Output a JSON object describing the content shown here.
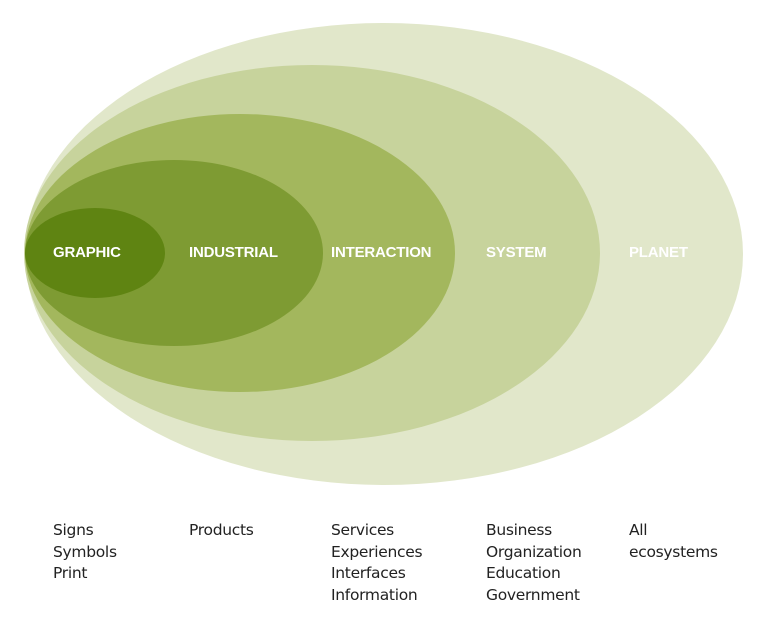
{
  "colors": {
    "planet": "#e1e7ca",
    "system": "#c7d39c",
    "interaction": "#a3b75d",
    "industrial": "#7e9b33",
    "graphic": "#5f8412"
  },
  "levels": [
    {
      "name": "GRAPHIC",
      "items": [
        "Signs",
        "Symbols",
        "Print"
      ]
    },
    {
      "name": "INDUSTRIAL",
      "items": [
        "Products"
      ]
    },
    {
      "name": "INTERACTION",
      "items": [
        "Services",
        "Experiences",
        "Interfaces",
        "Information"
      ]
    },
    {
      "name": "SYSTEM",
      "items": [
        "Business",
        "Organization",
        "Education",
        "Government"
      ]
    },
    {
      "name": "PLANET",
      "items": [
        "All",
        "ecosystems"
      ]
    }
  ]
}
